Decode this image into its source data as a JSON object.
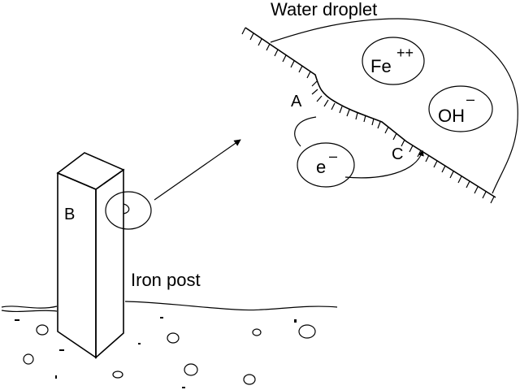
{
  "labels": {
    "water_droplet": "Water droplet",
    "iron_post": "Iron post",
    "b": "B",
    "a": "A",
    "c": "C"
  },
  "ions": {
    "iron": {
      "base": "Fe",
      "charge": "++"
    },
    "hydroxide": {
      "base": "OH",
      "charge": "–"
    },
    "electron": {
      "base": "e",
      "charge": "–"
    }
  },
  "colors": {
    "line": "#000000",
    "background": "#ffffff"
  }
}
